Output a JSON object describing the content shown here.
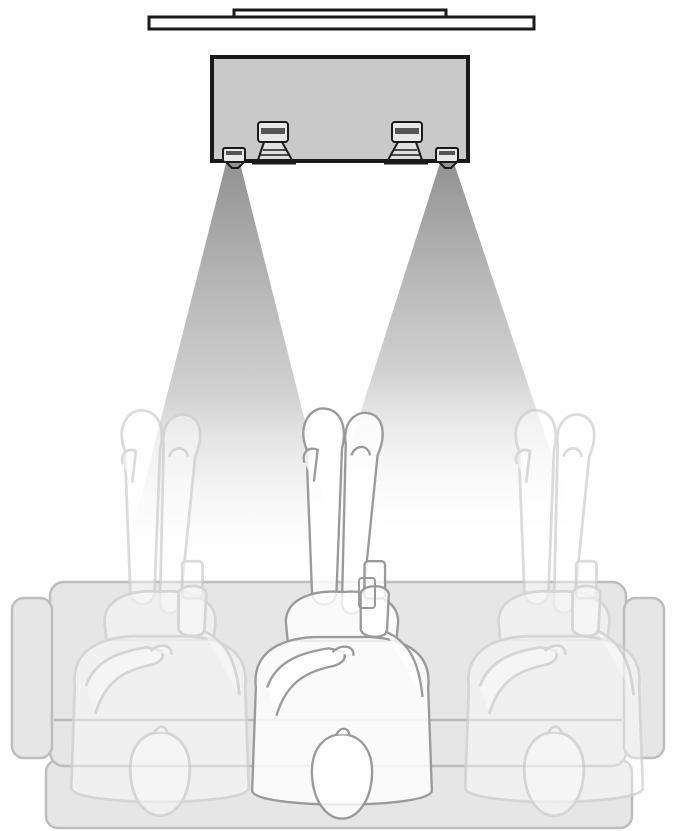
{
  "colors": {
    "background": "#ffffff",
    "outline": "#1a1a1a",
    "cabinet_fill": "#c9c9c9",
    "beam_color": "#8c8c8c",
    "sofa_fill": "#e6e6e6",
    "sofa_stroke": "#bdbdbd",
    "person_fill": "#ffffff",
    "person_stroke_center": "#9a9a9a",
    "person_stroke_side": "#d0d0d0"
  },
  "icons": {
    "tv": "tv-icon",
    "soundbar": "soundbar-icon",
    "tweeter": "speaker-tweeter-icon",
    "woofer": "speaker-woofer-icon",
    "person": "person-icon",
    "remote": "remote-control-icon",
    "sofa": "sofa-icon"
  },
  "scene": {
    "listeners": [
      "left",
      "center",
      "right"
    ],
    "beams": [
      "left",
      "right"
    ]
  }
}
